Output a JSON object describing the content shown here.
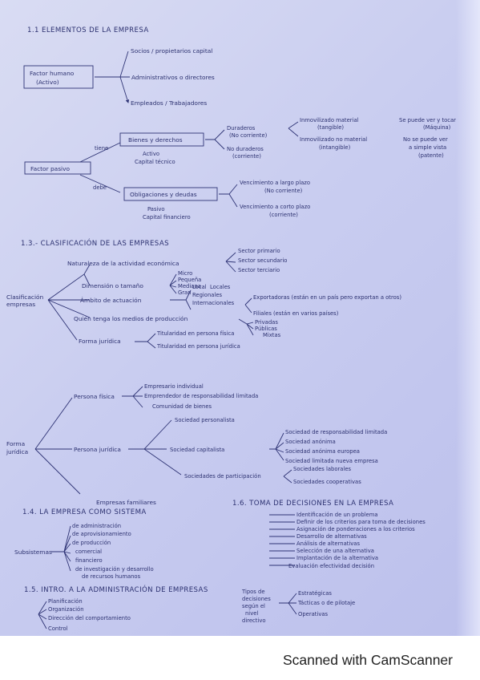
{
  "sec11": {
    "title": "1.1 ELEMENTOS DE LA EMPRESA",
    "fh": [
      "Factor humano",
      "(Activo)"
    ],
    "fh_items": [
      "Socios / propietarios capital",
      "Administrativos o directores",
      "Empleados / Trabajadores"
    ],
    "fp": "Factor pasivo",
    "tiene": "tiene",
    "debe": "debe",
    "bienes": "Bienes y derechos",
    "activo": [
      "Activo",
      "Capital técnico"
    ],
    "dur": [
      "Duraderos",
      "(No corriente)"
    ],
    "nodur": [
      "No duraderos",
      "(corriente)"
    ],
    "inm1": [
      "Inmovilizado material",
      "(tangible)"
    ],
    "inm1r": [
      "Se puede ver y tocar",
      "(Máquina)"
    ],
    "inm2": [
      "Inmovilizado no material",
      "(intangible)"
    ],
    "inm2r": [
      "No se puede ver",
      "a simple vista",
      "(patente)"
    ],
    "oblig": "Obligaciones y deudas",
    "pasivo": [
      "Pasivo",
      "Capital financiero"
    ],
    "venc1": [
      "Vencimiento a largo plazo",
      "(No corriente)"
    ],
    "venc2": [
      "Vencimiento a corto plazo",
      "(corriente)"
    ]
  },
  "sec13": {
    "title": "1.3.- CLASIFICACIÓN DE LAS EMPRESAS",
    "root": [
      "Clasificación",
      "empresas"
    ],
    "nat": "Naturaleza de la actividad económica",
    "sect": [
      "Sector primario",
      "Sector secundario",
      "Sector terciario"
    ],
    "dim": "Dimensión o tamaño",
    "sizes": [
      "Micro",
      "Pequeña",
      "Mediana",
      "Gran"
    ],
    "amb": "Ámbito de actuación",
    "ambs": [
      "Local",
      "Locales",
      "Regionales",
      "Internacionales"
    ],
    "exp": "Exportadoras (están en un país pero exportan a otros)",
    "fil": "Filiales (están en varios países)",
    "medios": "Quién tenga los medios de producción",
    "med": [
      "Privadas",
      "Públicas",
      "Mixtas"
    ],
    "forma": "Forma jurídica",
    "ftit": [
      "Titularidad en persona física",
      "Titularidad en persona jurídica"
    ]
  },
  "fj": {
    "root": [
      "Forma",
      "jurídica"
    ],
    "pf": "Persona física",
    "pf_items": [
      "Empresario individual",
      "Emprendedor de responsabilidad limitada",
      "Comunidad de bienes"
    ],
    "pj": "Persona jurídica",
    "pers": "Sociedad personalista",
    "cap": "Sociedad capitalista",
    "cap_items": [
      "Sociedad de responsabilidad limitada",
      "Sociedad anónima",
      "Sociedad anónima europea",
      "Sociedad limitada nueva empresa"
    ],
    "part": "Sociedades de participación",
    "part_items": [
      "Sociedades laborales",
      "Sociedades cooperativas"
    ],
    "fam": "Empresas familiares"
  },
  "sec14": {
    "title": "1.4. LA EMPRESA COMO SISTEMA",
    "root": "Subsistemas",
    "items": [
      "de administración",
      "de aprovisionamiento",
      "de producción",
      "comercial",
      "financiero",
      "de investigación y desarrollo",
      "de recursos humanos"
    ]
  },
  "sec15": {
    "title": "1.5. INTRO. A LA ADMINISTRACIÓN DE EMPRESAS",
    "items": [
      "Planificación",
      "Organización",
      "Dirección del comportamiento",
      "Control"
    ]
  },
  "sec16": {
    "title": "1.6. TOMA DE DECISIONES EN LA EMPRESA",
    "items": [
      "Identificación de un problema",
      "Definir de los criterios para toma de decisiones",
      "Asignación de ponderaciones a los criterios",
      "Desarrollo de alternativas",
      "Análisis de alternativas",
      "Selección de una alternativa",
      "Implantación de la alternativa",
      "Evaluación efectividad decisión"
    ],
    "tipos": [
      "Tipos de",
      "decisiones",
      "según el",
      "nivel",
      "directivo"
    ],
    "tipos_items": [
      "Estratégicas",
      "Tácticas o de pilotaje",
      "Operativas"
    ]
  },
  "footer": "Scanned with CamScanner"
}
